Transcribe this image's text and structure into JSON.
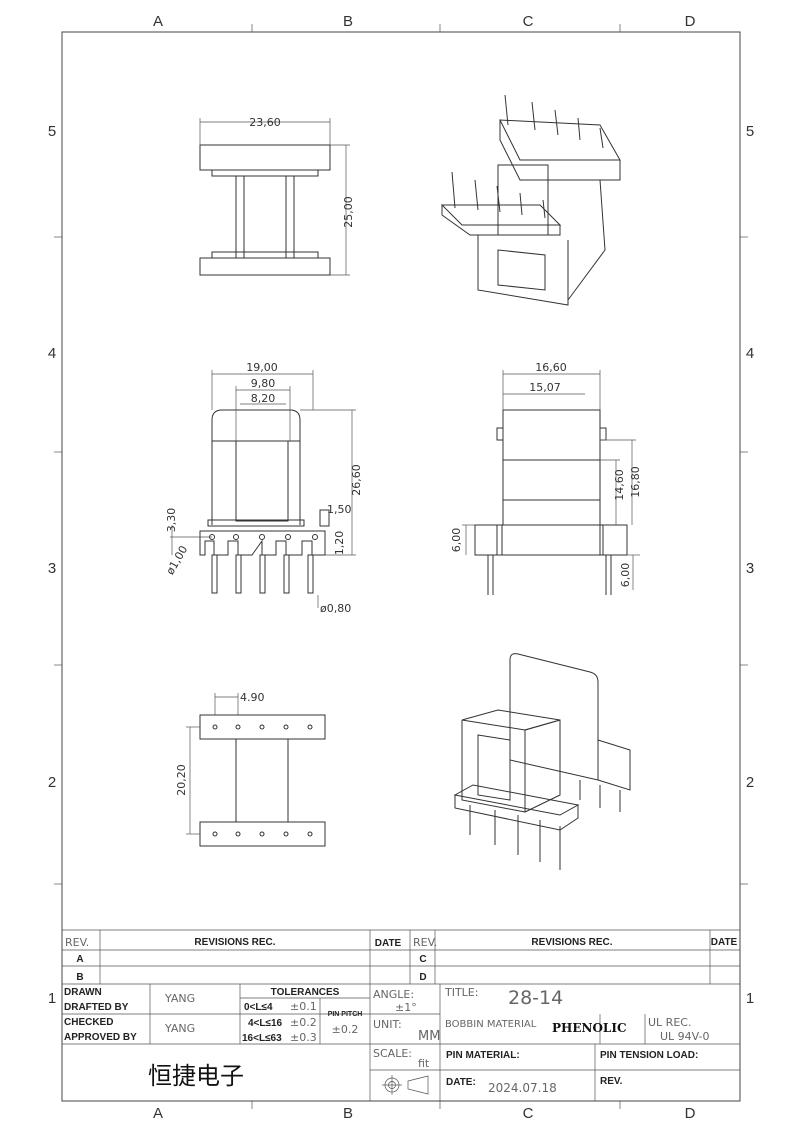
{
  "frame": {
    "columns": [
      "A",
      "B",
      "C",
      "D"
    ],
    "rows": [
      "5",
      "4",
      "3",
      "2",
      "1"
    ]
  },
  "dimensions": {
    "top_width": "23,60",
    "top_height": "25,00",
    "front_width": "19,00",
    "front_inner1": "9,80",
    "front_inner2": "8,20",
    "front_height": "26,60",
    "base_height": "3,30",
    "pin_hole": "ø1,00",
    "tab_width": "1,50",
    "tab_height": "1,20",
    "pin_dia": "ø0,80",
    "side_width": "16,60",
    "side_inner": "15,07",
    "side_h1": "14,60",
    "side_h2": "16,80",
    "side_left_offset": "6,00",
    "side_right_offset": "6,00",
    "bottom_pitch": "4.90",
    "bottom_span": "20,20"
  },
  "title_block": {
    "rev_label": "REV.",
    "revisions_rec": "REVISIONS REC.",
    "date_label": "DATE",
    "rev_a": "A",
    "rev_b": "B",
    "rev_c": "C",
    "rev_d": "D",
    "drawn": "DRAWN",
    "drafted_by": "DRAFTED  BY",
    "checked": "CHECKED",
    "approved_by": "APPROVED BY",
    "drafted_name": "YANG",
    "approved_name": "YANG",
    "tolerances": "TOLERANCES",
    "tol1_range": "0<L≤4",
    "tol1_val": "±0.1",
    "tol2_range": "4<L≤16",
    "tol2_val": "±0.2",
    "tol3_range": "16<L≤63",
    "tol3_val": "±0.3",
    "pin_pitch": "PIN PITCH",
    "pin_pitch_val": "±0.2",
    "angle_label": "ANGLE:",
    "angle_val": "±1°",
    "unit_label": "UNIT:",
    "unit_val": "MM",
    "scale_label": "SCALE:",
    "scale_val": "fit",
    "title_label": "TITLE:",
    "title_val": "28-14",
    "bobbin_material_label": "BOBBIN MATERIAL",
    "bobbin_material_val": "PHENOLIC",
    "ul_rec_label": "UL REC.",
    "ul_rec_val": "UL 94V-0",
    "pin_material_label": "PIN MATERIAL:",
    "pin_tension_label": "PIN TENSION LOAD:",
    "date_field_label": "DATE:",
    "date_val": "2024.07.18",
    "rev_field_label": "REV.",
    "company": "恒捷电子"
  }
}
